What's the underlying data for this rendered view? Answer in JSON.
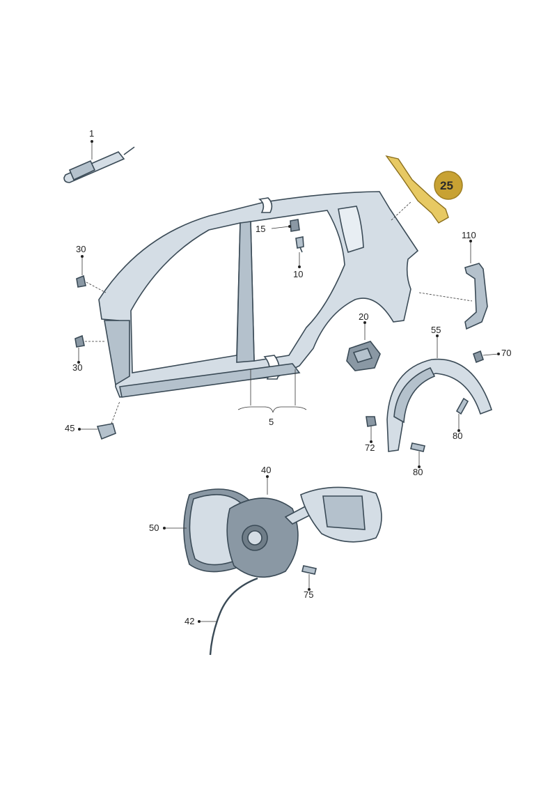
{
  "callouts": {
    "c1": "1",
    "c5": "5",
    "c10": "10",
    "c15": "15",
    "c20": "20",
    "c25": "25",
    "c30a": "30",
    "c30b": "30",
    "c40": "40",
    "c42": "42",
    "c45": "45",
    "c50": "50",
    "c55": "55",
    "c70": "70",
    "c72": "72",
    "c75": "75",
    "c80a": "80",
    "c80b": "80",
    "c110": "110"
  },
  "highlight": {
    "part": "25",
    "color": "#c8a233"
  },
  "colors": {
    "body": "#d4dde5",
    "outline": "#3a4a56",
    "dark": "#8a98a4"
  }
}
